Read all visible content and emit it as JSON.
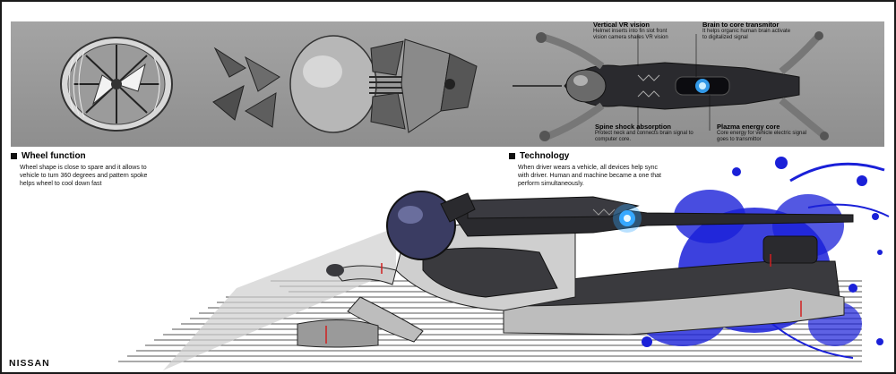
{
  "annotations": {
    "vr_vision": {
      "title": "Vertical VR vision",
      "body": "Helmet inserts into fin slot front vision camera shares VR vision"
    },
    "brain_transmitter": {
      "title": "Brain to core transmitor",
      "body": "It helps organic human brain activate to digitalized signal"
    },
    "spine_shock": {
      "title": "Spine shock absorption",
      "body": "Protect neck and connects brain signal to computer core."
    },
    "plazma_core": {
      "title": "Plazma energy core",
      "body": "Core energy for vehicle electric signal goes to transmittor"
    }
  },
  "sections": {
    "wheel": {
      "title": "Wheel function",
      "body": "Wheel shape is close to spare and it allows to vehicle to turn 360 degrees and pattern spoke helps wheel to cool down fast"
    },
    "technology": {
      "title": "Technology",
      "body": "When driver wears a vehicle, all devices help sync with driver. Human and machine became a one that perform simultaneously."
    }
  },
  "brand": "NISSAN",
  "colors": {
    "panel": "#9a9a9a",
    "splash": "#1a20d8",
    "core_glow": "#36a8ff",
    "dark_metal": "#2a2a2e"
  },
  "icons": [
    "wheel-sphere",
    "exploded-wheel-parts",
    "suit-topview",
    "rider-vehicle",
    "paint-splash",
    "speed-lines"
  ]
}
